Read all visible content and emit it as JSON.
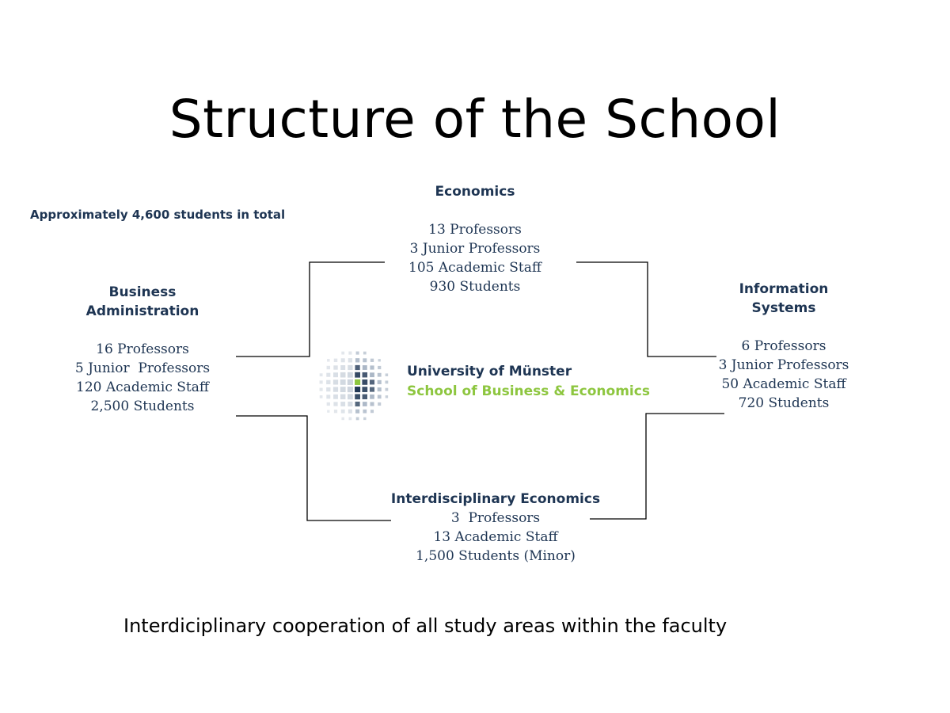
{
  "title": "Structure of the School",
  "total_note": "Approximately 4,600 students in total",
  "units": {
    "economics": {
      "name": "Economics",
      "stats": [
        "13 Professors",
        "3 Junior Professors",
        "105 Academic Staff",
        "930 Students"
      ]
    },
    "business": {
      "name": "Business\nAdministration",
      "stats": [
        "16 Professors",
        "5 Junior  Professors",
        "120 Academic Staff",
        "2,500 Students"
      ]
    },
    "information_systems": {
      "name": "Information\nSystems",
      "stats": [
        "6 Professors",
        "3 Junior Professors",
        "50 Academic Staff",
        "720 Students"
      ]
    },
    "interdisciplinary": {
      "name": "Interdisciplinary Economics",
      "stats": [
        "3  Professors",
        "13 Academic Staff",
        "1,500 Students (Minor)"
      ]
    }
  },
  "logo": {
    "university": "University of Münster",
    "school": "School of Business & Economics",
    "colors": {
      "navy": "#1e3553",
      "green": "#8dc63f",
      "grey": "#8a9bb0"
    }
  },
  "footer": "Interdiciplinary cooperation of all study areas within the faculty"
}
